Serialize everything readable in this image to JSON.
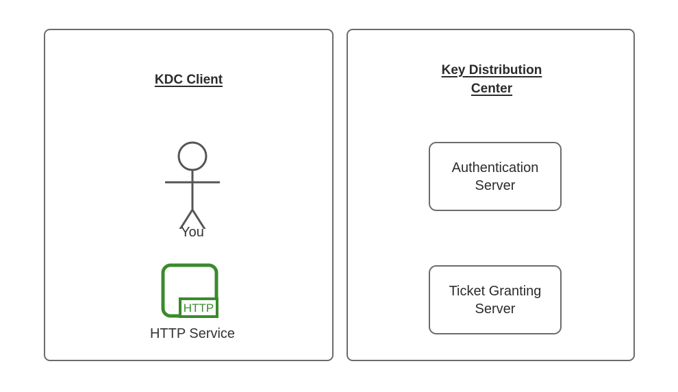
{
  "diagram": {
    "background_color": "#ffffff",
    "stroke_color": "#6b6b6b",
    "text_color": "#2b2b2b",
    "accent_green": "#3a8a2c"
  },
  "panels": [
    {
      "id": "kdc-client",
      "title": "KDC Client",
      "nodes": [
        {
          "id": "you",
          "type": "actor",
          "label": "You"
        },
        {
          "id": "http-service",
          "type": "service-icon",
          "label": "HTTP Service",
          "badge": "HTTP"
        }
      ]
    },
    {
      "id": "key-distribution-center",
      "title": "Key Distribution\nCenter",
      "nodes": [
        {
          "id": "authentication-server",
          "type": "box",
          "label": "Authentication\nServer"
        },
        {
          "id": "ticket-granting-server",
          "type": "box",
          "label": "Ticket Granting\nServer"
        }
      ]
    }
  ]
}
